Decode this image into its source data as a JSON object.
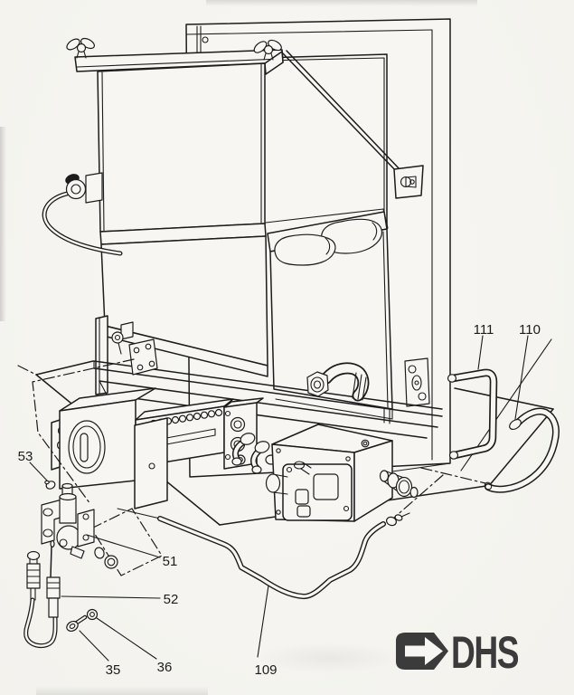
{
  "colors": {
    "line": "#1c1c1c",
    "paper": "#f7f6f2",
    "logo": "#3b3b3b"
  },
  "callouts": [
    {
      "id": "53"
    },
    {
      "id": "51"
    },
    {
      "id": "52"
    },
    {
      "id": "35"
    },
    {
      "id": "36"
    },
    {
      "id": "109"
    },
    {
      "id": "110"
    },
    {
      "id": "111"
    }
  ],
  "logo": {
    "text": "DHS"
  }
}
